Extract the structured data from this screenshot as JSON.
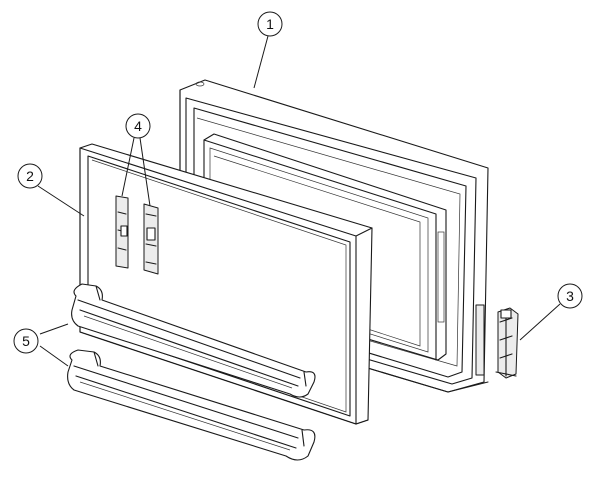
{
  "diagram": {
    "callouts": [
      {
        "id": "1",
        "label": "1",
        "part": "door-frame"
      },
      {
        "id": "2",
        "label": "2",
        "part": "door-liner"
      },
      {
        "id": "3",
        "label": "3",
        "part": "hinge-bracket"
      },
      {
        "id": "4",
        "label": "4",
        "part": "latch-clips"
      },
      {
        "id": "5",
        "label": "5",
        "part": "door-shelves"
      }
    ]
  }
}
